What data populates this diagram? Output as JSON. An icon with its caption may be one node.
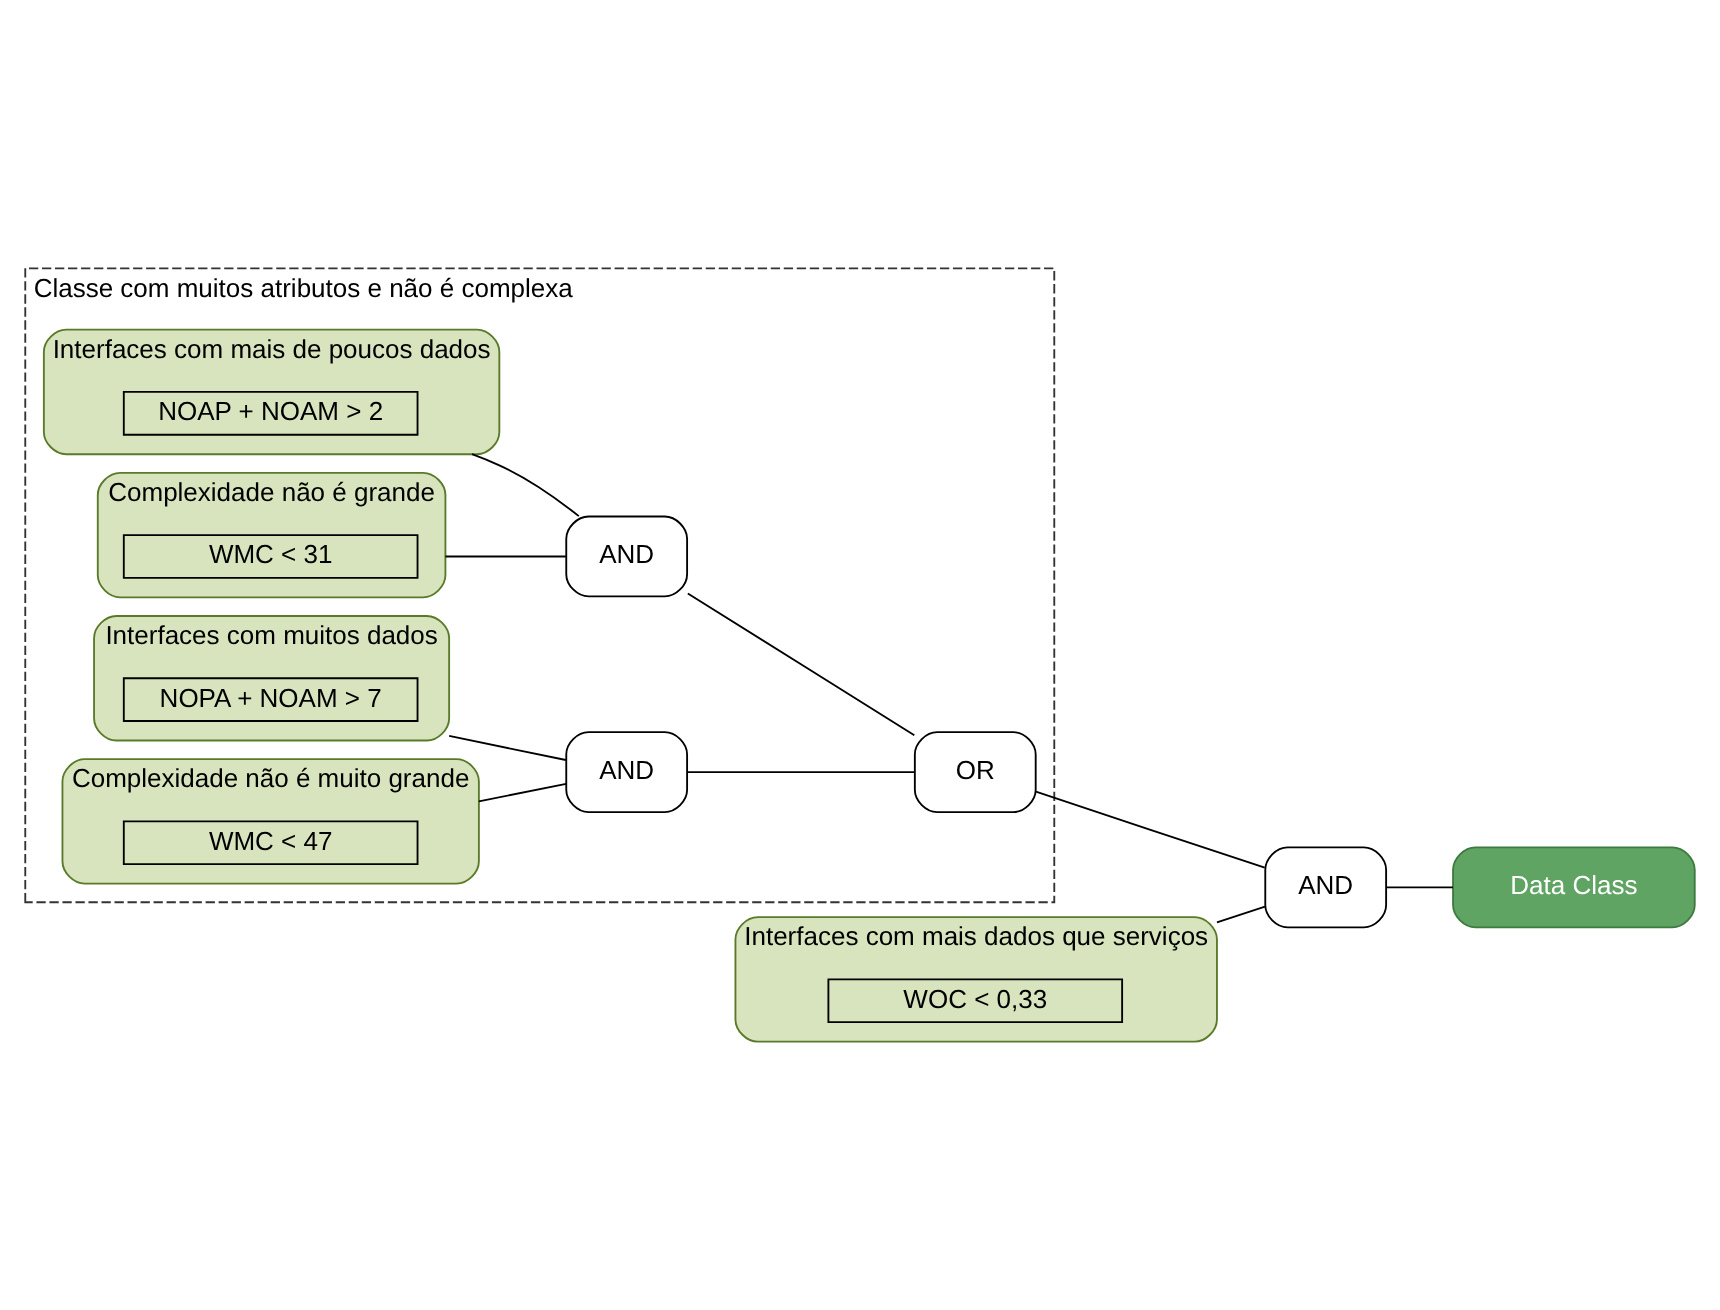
{
  "diagram": {
    "nodes": [
      {
        "text": [
          "Classe com muitos atributos e não é complexa"
        ]
      },
      {
        "text": [
          "Interfaces com mais de poucos dados"
        ],
        "in": 0
      },
      {
        "text": [
          "NOAP + NOAM > 2"
        ],
        "in": 1
      },
      {
        "text": [
          "Complexidade não é grande"
        ],
        "in": 0
      },
      {
        "text": [
          "WMC < 31"
        ],
        "in": 3
      },
      {
        "text": [
          "AND"
        ],
        "in": 0
      },
      {
        "text": [
          "OR"
        ],
        "in": 0
      },
      {
        "text": [
          "Interfaces com muitos dados"
        ],
        "in": 0
      },
      {
        "text": [
          "NOPA + NOAM > 7"
        ],
        "in": 7
      },
      {
        "text": [
          "Complexidade não é muito grande"
        ],
        "in": 0
      },
      {
        "text": [
          "WMC < 47"
        ],
        "in": 9
      },
      {
        "text": [
          "AND"
        ],
        "in": 0
      },
      {
        "text": [
          "AND"
        ]
      },
      {
        "text": [
          "Data Class"
        ]
      },
      {
        "text": [
          "Interfaces com mais dados que serviços"
        ]
      },
      {
        "text": [
          "WOC < 0,33"
        ],
        "in": 14
      }
    ],
    "edges": [
      {
        "from": 1,
        "to": 5,
        "arrow": "none"
      },
      {
        "from": 3,
        "to": 5,
        "arrow": "none"
      },
      {
        "from": 7,
        "to": 11,
        "arrow": "none"
      },
      {
        "from": 9,
        "to": 11,
        "arrow": "none"
      },
      {
        "from": 5,
        "to": 6,
        "arrow": "none"
      },
      {
        "from": 11,
        "to": 6,
        "arrow": "none"
      },
      {
        "from": 6,
        "to": 12,
        "arrow": "none"
      },
      {
        "from": 14,
        "to": 12,
        "arrow": "none"
      },
      {
        "from": 12,
        "to": 13,
        "arrow": "none"
      }
    ]
  }
}
